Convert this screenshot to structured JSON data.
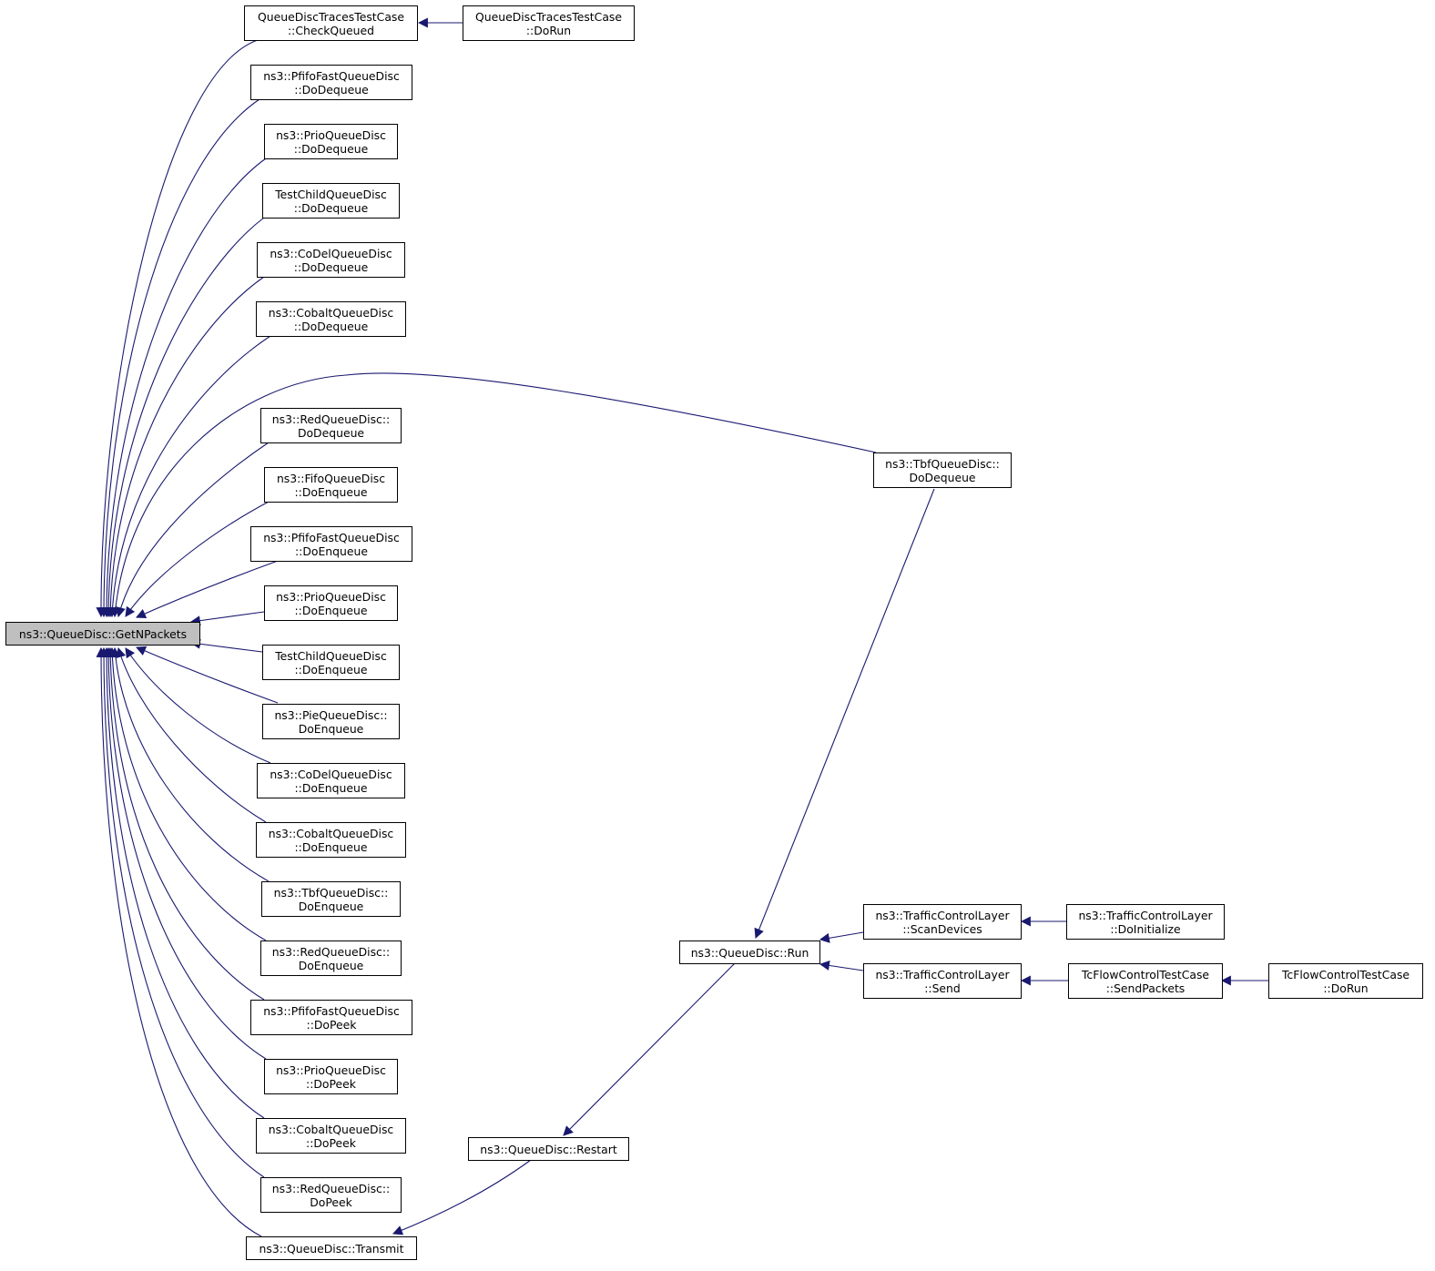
{
  "colors": {
    "edge": "#191970",
    "node_border": "#000000",
    "focus_fill": "#bfbfbf"
  },
  "nodes": {
    "getnpackets": [
      "ns3::QueueDisc::GetNPackets"
    ],
    "checkqueued": [
      "QueueDiscTracesTestCase",
      "::CheckQueued"
    ],
    "tracesdorun": [
      "QueueDiscTracesTestCase",
      "::DoRun"
    ],
    "pfifo_deq": [
      "ns3::PfifoFastQueueDisc",
      "::DoDequeue"
    ],
    "prio_deq": [
      "ns3::PrioQueueDisc",
      "::DoDequeue"
    ],
    "testchild_deq": [
      "TestChildQueueDisc",
      "::DoDequeue"
    ],
    "codel_deq": [
      "ns3::CoDelQueueDisc",
      "::DoDequeue"
    ],
    "cobalt_deq": [
      "ns3::CobaltQueueDisc",
      "::DoDequeue"
    ],
    "red_deq": [
      "ns3::RedQueueDisc::",
      "DoDequeue"
    ],
    "fifo_enq": [
      "ns3::FifoQueueDisc",
      "::DoEnqueue"
    ],
    "pfifo_enq": [
      "ns3::PfifoFastQueueDisc",
      "::DoEnqueue"
    ],
    "prio_enq": [
      "ns3::PrioQueueDisc",
      "::DoEnqueue"
    ],
    "testchild_enq": [
      "TestChildQueueDisc",
      "::DoEnqueue"
    ],
    "pie_enq": [
      "ns3::PieQueueDisc::",
      "DoEnqueue"
    ],
    "codel_enq": [
      "ns3::CoDelQueueDisc",
      "::DoEnqueue"
    ],
    "cobalt_enq": [
      "ns3::CobaltQueueDisc",
      "::DoEnqueue"
    ],
    "tbf_enq": [
      "ns3::TbfQueueDisc::",
      "DoEnqueue"
    ],
    "red_enq": [
      "ns3::RedQueueDisc::",
      "DoEnqueue"
    ],
    "pfifo_peek": [
      "ns3::PfifoFastQueueDisc",
      "::DoPeek"
    ],
    "prio_peek": [
      "ns3::PrioQueueDisc",
      "::DoPeek"
    ],
    "cobalt_peek": [
      "ns3::CobaltQueueDisc",
      "::DoPeek"
    ],
    "red_peek": [
      "ns3::RedQueueDisc::",
      "DoPeek"
    ],
    "transmit": [
      "ns3::QueueDisc::Transmit"
    ],
    "tbf_deq": [
      "ns3::TbfQueueDisc::",
      "DoDequeue"
    ],
    "restart": [
      "ns3::QueueDisc::Restart"
    ],
    "run": [
      "ns3::QueueDisc::Run"
    ],
    "scandevices": [
      "ns3::TrafficControlLayer",
      "::ScanDevices"
    ],
    "doinitialize": [
      "ns3::TrafficControlLayer",
      "::DoInitialize"
    ],
    "send": [
      "ns3::TrafficControlLayer",
      "::Send"
    ],
    "sendpackets": [
      "TcFlowControlTestCase",
      "::SendPackets"
    ],
    "tcdorun": [
      "TcFlowControlTestCase",
      "::DoRun"
    ]
  }
}
